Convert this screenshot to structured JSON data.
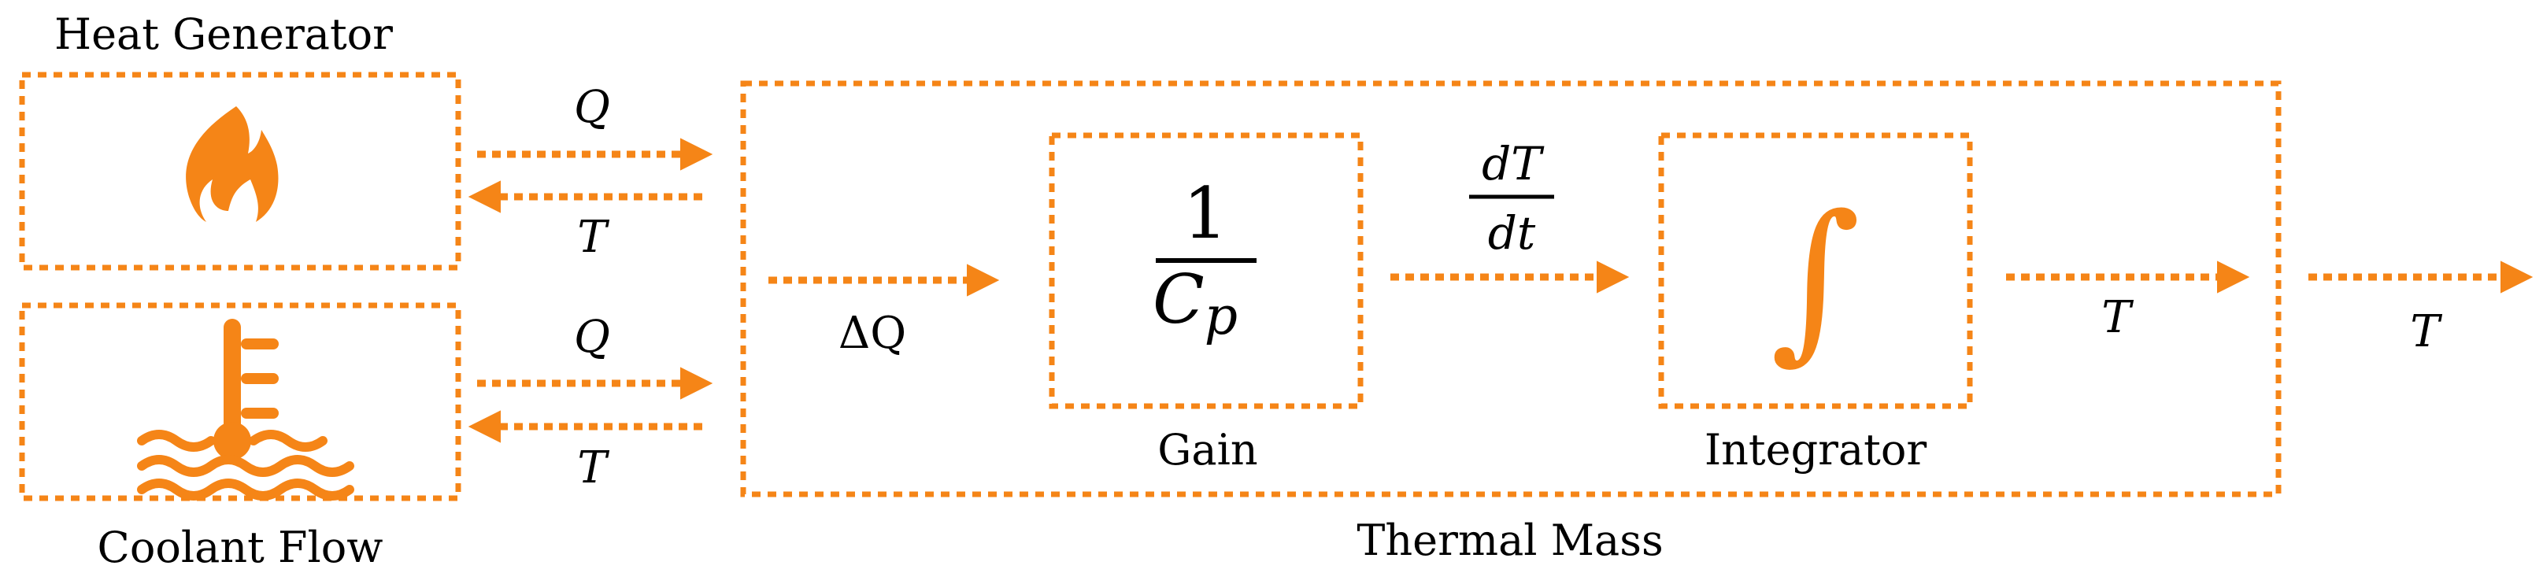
{
  "colors": {
    "accent": "#F58517",
    "text": "#000000"
  },
  "blocks": {
    "heat_generator": {
      "label": "Heat Generator",
      "icon": "flame-icon"
    },
    "coolant_flow": {
      "label": "Coolant Flow",
      "icon": "thermometer-coolant-icon"
    },
    "thermal_mass": {
      "label": "Thermal Mass"
    },
    "gain": {
      "label": "Gain",
      "numerator": "1",
      "denominator": "C",
      "denominator_sub": "p"
    },
    "integrator": {
      "label": "Integrator",
      "symbol": "∫"
    }
  },
  "signals": {
    "heat_q": "Q",
    "heat_t": "T",
    "coolant_q": "Q",
    "coolant_t": "T",
    "delta_q": "ΔQ",
    "dTdt_num": "dT",
    "dTdt_den": "dt",
    "integrator_out": "T",
    "output": "T"
  }
}
